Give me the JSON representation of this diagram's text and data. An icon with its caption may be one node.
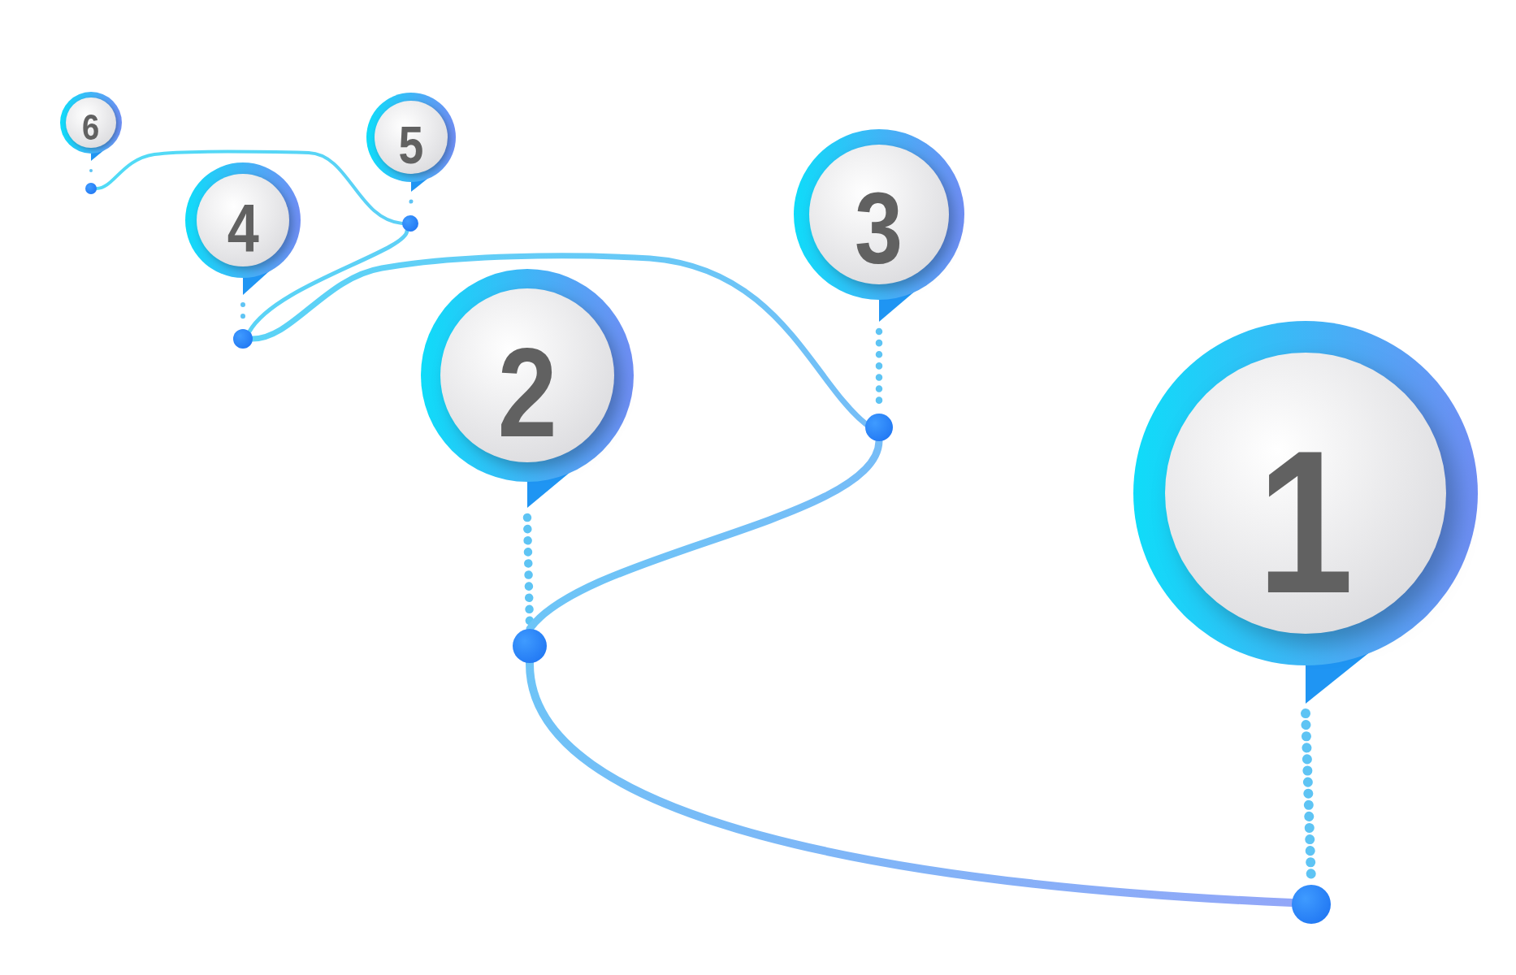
{
  "diagram": {
    "nodes": [
      {
        "text": [
          "1"
        ]
      },
      {
        "text": [
          "2"
        ]
      },
      {
        "text": [
          "3"
        ]
      },
      {
        "text": [
          "4"
        ]
      },
      {
        "text": [
          "5"
        ]
      },
      {
        "text": [
          "6"
        ]
      },
      {
        "text": [],
        "shape": "circle"
      },
      {
        "text": [],
        "shape": "circle"
      },
      {
        "text": [],
        "shape": "circle"
      },
      {
        "text": [],
        "shape": "circle"
      },
      {
        "text": [],
        "shape": "circle"
      },
      {
        "text": [],
        "shape": "circle"
      }
    ],
    "edges": [
      {
        "from": 0,
        "to": 11,
        "arrow": "none",
        "style": "dashed"
      },
      {
        "from": 1,
        "to": 10,
        "arrow": "none",
        "style": "dashed"
      },
      {
        "from": 2,
        "to": 9,
        "arrow": "none",
        "style": "dashed"
      },
      {
        "from": 3,
        "to": 8,
        "arrow": "none",
        "style": "dashed"
      },
      {
        "from": 4,
        "to": 7,
        "arrow": "none",
        "style": "dashed"
      },
      {
        "from": 5,
        "to": 6,
        "arrow": "none",
        "style": "dashed"
      },
      {
        "from": 11,
        "to": 10,
        "arrow": "none"
      },
      {
        "from": 10,
        "to": 9,
        "arrow": "none"
      },
      {
        "from": 9,
        "to": 8,
        "arrow": "none"
      },
      {
        "from": 8,
        "to": 7,
        "arrow": "none"
      },
      {
        "from": 7,
        "to": 6,
        "arrow": "none"
      }
    ]
  }
}
